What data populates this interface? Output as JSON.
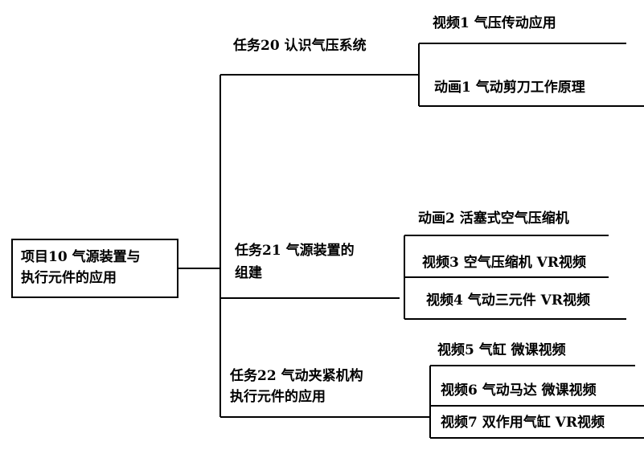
{
  "root": {
    "label_line1": "项目10 气源装置与",
    "label_line2": "执行元件的应用"
  },
  "tasks": [
    {
      "label_line1": "任务20 认识气压系统",
      "label_line2": "",
      "items": [
        "视频1 气压传动应用",
        "动画1 气动剪刀工作原理"
      ]
    },
    {
      "label_line1": "任务21 气源装置的",
      "label_line2": "组建",
      "items": [
        "动画2 活塞式空气压缩机",
        "视频3 空气压缩机 VR视频",
        "视频4 气动三元件 VR视频"
      ]
    },
    {
      "label_line1": "任务22 气动夹紧机构",
      "label_line2": "执行元件的应用",
      "items": [
        "视频5 气缸 微课视频",
        "视频6 气动马达 微课视频",
        "视频7 双作用气缸 VR视频"
      ]
    }
  ]
}
